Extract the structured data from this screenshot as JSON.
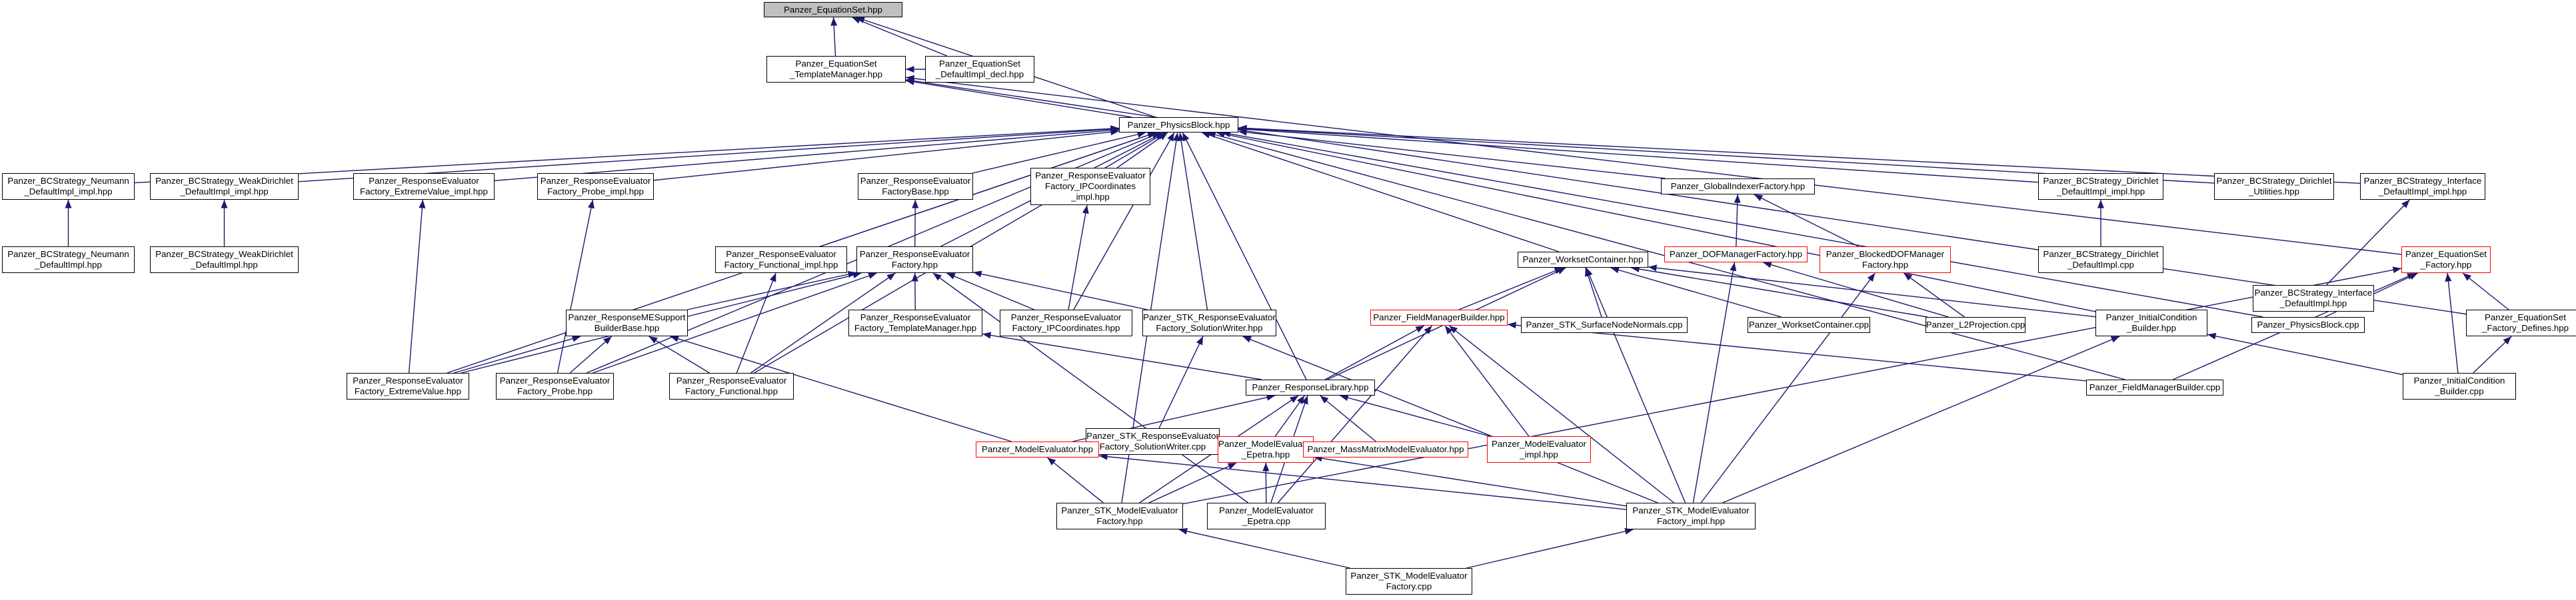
{
  "nodes": [
    {
      "id": "n_root",
      "lines": [
        "Panzer_EquationSet.hpp"
      ],
      "root": true
    },
    {
      "id": "n_tm",
      "lines": [
        "Panzer_EquationSet",
        "_TemplateManager.hpp"
      ]
    },
    {
      "id": "n_ddecl",
      "lines": [
        "Panzer_EquationSet",
        "_DefaultImpl_decl.hpp"
      ]
    },
    {
      "id": "n_pb",
      "lines": [
        "Panzer_PhysicsBlock.hpp"
      ]
    },
    {
      "id": "n_bcn_i",
      "lines": [
        "Panzer_BCStrategy_Neumann",
        "_DefaultImpl_impl.hpp"
      ]
    },
    {
      "id": "n_bcn",
      "lines": [
        "Panzer_BCStrategy_Neumann",
        "_DefaultImpl.hpp"
      ]
    },
    {
      "id": "n_bcw_i",
      "lines": [
        "Panzer_BCStrategy_WeakDirichlet",
        "_DefaultImpl_impl.hpp"
      ]
    },
    {
      "id": "n_bcw",
      "lines": [
        "Panzer_BCStrategy_WeakDirichlet",
        "_DefaultImpl.hpp"
      ]
    },
    {
      "id": "n_ev_i",
      "lines": [
        "Panzer_ResponseEvaluator",
        "Factory_ExtremeValue_impl.hpp"
      ]
    },
    {
      "id": "n_pr_i",
      "lines": [
        "Panzer_ResponseEvaluator",
        "Factory_Probe_impl.hpp"
      ]
    },
    {
      "id": "n_fb",
      "lines": [
        "Panzer_ResponseEvaluator",
        "FactoryBase.hpp"
      ]
    },
    {
      "id": "n_ipc_i",
      "lines": [
        "Panzer_ResponseEvaluator",
        "Factory_IPCoordinates",
        "_impl.hpp"
      ]
    },
    {
      "id": "n_fn_i",
      "lines": [
        "Panzer_ResponseEvaluator",
        "Factory_Functional_impl.hpp"
      ]
    },
    {
      "id": "n_ref",
      "lines": [
        "Panzer_ResponseEvaluator",
        "Factory.hpp"
      ]
    },
    {
      "id": "n_gif",
      "lines": [
        "Panzer_GlobalIndexerFactory.hpp"
      ]
    },
    {
      "id": "n_dofm",
      "lines": [
        "Panzer_DOFManagerFactory.hpp"
      ],
      "red": true
    },
    {
      "id": "n_bdofm",
      "lines": [
        "Panzer_BlockedDOFManager",
        "Factory.hpp"
      ],
      "red": true
    },
    {
      "id": "n_bcd_i",
      "lines": [
        "Panzer_BCStrategy_Dirichlet",
        "_DefaultImpl_impl.hpp"
      ]
    },
    {
      "id": "n_bcd",
      "lines": [
        "Panzer_BCStrategy_Dirichlet",
        "_DefaultImpl.cpp"
      ]
    },
    {
      "id": "n_bcdu",
      "lines": [
        "Panzer_BCStrategy_Dirichlet",
        "_Utilities.hpp"
      ]
    },
    {
      "id": "n_bci_i",
      "lines": [
        "Panzer_BCStrategy_Interface",
        "_DefaultImpl_impl.hpp"
      ]
    },
    {
      "id": "n_bci",
      "lines": [
        "Panzer_BCStrategy_Interface",
        "_DefaultImpl.hpp"
      ]
    },
    {
      "id": "n_esf",
      "lines": [
        "Panzer_EquationSet",
        "_Factory.hpp"
      ],
      "red": true
    },
    {
      "id": "n_esfd",
      "lines": [
        "Panzer_EquationSet",
        "_Factory_Defines.hpp"
      ]
    },
    {
      "id": "n_pbcpp",
      "lines": [
        "Panzer_PhysicsBlock.cpp"
      ]
    },
    {
      "id": "n_icb",
      "lines": [
        "Panzer_InitialCondition",
        "_Builder.hpp"
      ]
    },
    {
      "id": "n_icbcpp",
      "lines": [
        "Panzer_InitialCondition",
        "_Builder.cpp"
      ]
    },
    {
      "id": "n_wc",
      "lines": [
        "Panzer_WorksetContainer.hpp"
      ]
    },
    {
      "id": "n_fmb",
      "lines": [
        "Panzer_FieldManagerBuilder.hpp"
      ],
      "red": true
    },
    {
      "id": "n_snn",
      "lines": [
        "Panzer_STK_SurfaceNodeNormals.cpp"
      ]
    },
    {
      "id": "n_wccpp",
      "lines": [
        "Panzer_WorksetContainer.cpp"
      ]
    },
    {
      "id": "n_l2",
      "lines": [
        "Panzer_L2Projection.cpp"
      ]
    },
    {
      "id": "n_fmbcpp",
      "lines": [
        "Panzer_FieldManagerBuilder.cpp"
      ]
    },
    {
      "id": "n_mes",
      "lines": [
        "Panzer_ResponseMESupport",
        "BuilderBase.hpp"
      ]
    },
    {
      "id": "n_rtm",
      "lines": [
        "Panzer_ResponseEvaluator",
        "Factory_TemplateManager.hpp"
      ]
    },
    {
      "id": "n_ipc",
      "lines": [
        "Panzer_ResponseEvaluator",
        "Factory_IPCoordinates.hpp"
      ]
    },
    {
      "id": "n_sw",
      "lines": [
        "Panzer_STK_ResponseEvaluator",
        "Factory_SolutionWriter.hpp"
      ]
    },
    {
      "id": "n_ev",
      "lines": [
        "Panzer_ResponseEvaluator",
        "Factory_ExtremeValue.hpp"
      ]
    },
    {
      "id": "n_pr",
      "lines": [
        "Panzer_ResponseEvaluator",
        "Factory_Probe.hpp"
      ]
    },
    {
      "id": "n_fn",
      "lines": [
        "Panzer_ResponseEvaluator",
        "Factory_Functional.hpp"
      ]
    },
    {
      "id": "n_swcpp",
      "lines": [
        "Panzer_STK_ResponseEvaluator",
        "Factory_SolutionWriter.cpp"
      ]
    },
    {
      "id": "n_rl",
      "lines": [
        "Panzer_ResponseLibrary.hpp"
      ]
    },
    {
      "id": "n_me",
      "lines": [
        "Panzer_ModelEvaluator.hpp"
      ],
      "red": true
    },
    {
      "id": "n_mee",
      "lines": [
        "Panzer_ModelEvaluator",
        "_Epetra.hpp"
      ],
      "red": true
    },
    {
      "id": "n_mm",
      "lines": [
        "Panzer_MassMatrixModelEvaluator.hpp"
      ],
      "red": true
    },
    {
      "id": "n_mei",
      "lines": [
        "Panzer_ModelEvaluator",
        "_impl.hpp"
      ],
      "red": true
    },
    {
      "id": "n_stkf",
      "lines": [
        "Panzer_STK_ModelEvaluator",
        "Factory.hpp"
      ]
    },
    {
      "id": "n_meecpp",
      "lines": [
        "Panzer_ModelEvaluator",
        "_Epetra.cpp"
      ]
    },
    {
      "id": "n_stkfi",
      "lines": [
        "Panzer_STK_ModelEvaluator",
        "Factory_impl.hpp"
      ]
    },
    {
      "id": "n_stkfcpp",
      "lines": [
        "Panzer_STK_ModelEvaluator",
        "Factory.cpp"
      ]
    }
  ],
  "edges": [
    [
      "n_tm",
      "n_root"
    ],
    [
      "n_ddecl",
      "n_root"
    ],
    [
      "n_pb",
      "n_root"
    ],
    [
      "n_ddecl",
      "n_tm"
    ],
    [
      "n_pb",
      "n_tm"
    ],
    [
      "n_esf",
      "n_tm"
    ],
    [
      "n_esfd",
      "n_tm"
    ],
    [
      "n_bcn_i",
      "n_pb"
    ],
    [
      "n_bcw_i",
      "n_pb"
    ],
    [
      "n_ev_i",
      "n_pb"
    ],
    [
      "n_pr_i",
      "n_pb"
    ],
    [
      "n_fb",
      "n_pb"
    ],
    [
      "n_ipc_i",
      "n_pb"
    ],
    [
      "n_fn_i",
      "n_pb"
    ],
    [
      "n_ref",
      "n_pb"
    ],
    [
      "n_gif",
      "n_pb"
    ],
    [
      "n_bcd_i",
      "n_pb"
    ],
    [
      "n_bcdu",
      "n_pb"
    ],
    [
      "n_bci_i",
      "n_pb"
    ],
    [
      "n_wc",
      "n_pb"
    ],
    [
      "n_icb",
      "n_pb"
    ],
    [
      "n_pbcpp",
      "n_pb"
    ],
    [
      "n_fmbcpp",
      "n_pb"
    ],
    [
      "n_ev",
      "n_pb"
    ],
    [
      "n_pr",
      "n_pb"
    ],
    [
      "n_fn",
      "n_pb"
    ],
    [
      "n_ipc",
      "n_pb"
    ],
    [
      "n_sw",
      "n_pb"
    ],
    [
      "n_rl",
      "n_pb"
    ],
    [
      "n_stkf",
      "n_pb"
    ],
    [
      "n_bcn",
      "n_bcn_i"
    ],
    [
      "n_bcw",
      "n_bcw_i"
    ],
    [
      "n_ev",
      "n_ev_i"
    ],
    [
      "n_pr",
      "n_pr_i"
    ],
    [
      "n_ref",
      "n_fb"
    ],
    [
      "n_ipc",
      "n_ipc_i"
    ],
    [
      "n_fn",
      "n_fn_i"
    ],
    [
      "n_mes",
      "n_ref"
    ],
    [
      "n_rtm",
      "n_ref"
    ],
    [
      "n_ipc",
      "n_ref"
    ],
    [
      "n_sw",
      "n_ref"
    ],
    [
      "n_ev",
      "n_ref"
    ],
    [
      "n_pr",
      "n_ref"
    ],
    [
      "n_fn",
      "n_ref"
    ],
    [
      "n_meecpp",
      "n_ref"
    ],
    [
      "n_dofm",
      "n_gif"
    ],
    [
      "n_bdofm",
      "n_gif"
    ],
    [
      "n_l2",
      "n_dofm"
    ],
    [
      "n_stkfi",
      "n_dofm"
    ],
    [
      "n_l2",
      "n_bdofm"
    ],
    [
      "n_stkfi",
      "n_bdofm"
    ],
    [
      "n_bcd",
      "n_bcd_i"
    ],
    [
      "n_bci",
      "n_bci_i"
    ],
    [
      "n_pbcpp",
      "n_esf"
    ],
    [
      "n_esfd",
      "n_esf"
    ],
    [
      "n_icbcpp",
      "n_esf"
    ],
    [
      "n_fmbcpp",
      "n_esf"
    ],
    [
      "n_stkf",
      "n_esf"
    ],
    [
      "n_icbcpp",
      "n_esfd"
    ],
    [
      "n_icbcpp",
      "n_icb"
    ],
    [
      "n_stkfi",
      "n_icb"
    ],
    [
      "n_fmb",
      "n_wc"
    ],
    [
      "n_snn",
      "n_wc"
    ],
    [
      "n_wccpp",
      "n_wc"
    ],
    [
      "n_l2",
      "n_wc"
    ],
    [
      "n_icb",
      "n_wc"
    ],
    [
      "n_rl",
      "n_wc"
    ],
    [
      "n_stkfi",
      "n_wc"
    ],
    [
      "n_fmbcpp",
      "n_fmb"
    ],
    [
      "n_rl",
      "n_fmb"
    ],
    [
      "n_mei",
      "n_fmb"
    ],
    [
      "n_meecpp",
      "n_fmb"
    ],
    [
      "n_stkfi",
      "n_fmb"
    ],
    [
      "n_ev",
      "n_mes"
    ],
    [
      "n_pr",
      "n_mes"
    ],
    [
      "n_fn",
      "n_mes"
    ],
    [
      "n_me",
      "n_mes"
    ],
    [
      "n_rl",
      "n_rtm"
    ],
    [
      "n_swcpp",
      "n_sw"
    ],
    [
      "n_stkfi",
      "n_sw"
    ],
    [
      "n_me",
      "n_rl"
    ],
    [
      "n_mee",
      "n_rl"
    ],
    [
      "n_mm",
      "n_rl"
    ],
    [
      "n_mei",
      "n_rl"
    ],
    [
      "n_stkf",
      "n_rl"
    ],
    [
      "n_meecpp",
      "n_rl"
    ],
    [
      "n_stkf",
      "n_me"
    ],
    [
      "n_stkf",
      "n_mee"
    ],
    [
      "n_meecpp",
      "n_mee"
    ],
    [
      "n_stkfi",
      "n_mee"
    ],
    [
      "n_stkfcpp",
      "n_stkf"
    ],
    [
      "n_stkfcpp",
      "n_stkfi"
    ],
    [
      "n_stkfi",
      "n_me"
    ]
  ],
  "colors": {
    "edge": "#191970",
    "node_border": "#000000",
    "node_border_red": "#ff0000",
    "root_fill": "#bfbfbf"
  }
}
